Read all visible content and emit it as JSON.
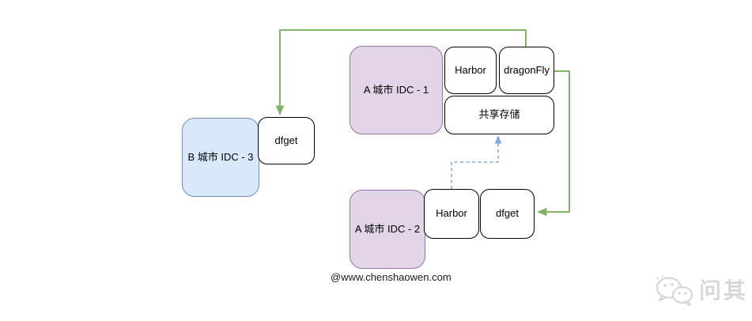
{
  "diagram": {
    "title_hint": "Dragonfly / Harbor cross-IDC image distribution diagram",
    "nodes": {
      "idc_b3": {
        "label": "B 城市 IDC - 3",
        "fill": "#dae8fc",
        "border": "#6c8ebf"
      },
      "b3_dfget": {
        "label": "dfget",
        "fill": "#ffffff",
        "border": "#000000"
      },
      "idc_a1": {
        "label": "A 城市 IDC - 1",
        "fill": "#e1d5e7",
        "border": "#9673a6"
      },
      "a1_harbor": {
        "label": "Harbor",
        "fill": "#ffffff",
        "border": "#000000"
      },
      "a1_dragonfly": {
        "label": "dragonFly",
        "fill": "#ffffff",
        "border": "#000000"
      },
      "a1_storage": {
        "label": "共享存储",
        "fill": "#ffffff",
        "border": "#000000"
      },
      "idc_a2": {
        "label": "A 城市 IDC - 2",
        "fill": "#e1d5e7",
        "border": "#9673a6"
      },
      "a2_harbor": {
        "label": "Harbor",
        "fill": "#ffffff",
        "border": "#000000"
      },
      "a2_dfget": {
        "label": "dfget",
        "fill": "#ffffff",
        "border": "#000000"
      }
    },
    "edges": [
      {
        "name": "a1-dragonfly-to-b3-dfget",
        "from": "a1_dragonfly",
        "to": "b3_dfget",
        "style": "solid",
        "color": "#82b366"
      },
      {
        "name": "a1-dragonfly-to-a2-dfget",
        "from": "a1_dragonfly",
        "to": "a2_dfget",
        "style": "solid",
        "color": "#82b366"
      },
      {
        "name": "a2-harbor-to-a1-storage",
        "from": "a2_harbor",
        "to": "a1_storage",
        "style": "dashed",
        "color": "#7ea6e0"
      }
    ],
    "watermark": {
      "credit": "@www.chenshaowen.com",
      "brand": "问其"
    },
    "colors": {
      "arrow_green": "#82b366",
      "arrow_blue_dashed": "#7ea6e0",
      "idc_blue_fill": "#dae8fc",
      "idc_blue_border": "#6c8ebf",
      "idc_purple_fill": "#e1d5e7",
      "idc_purple_border": "#9673a6",
      "watermark_gray": "#d8d8d8"
    }
  }
}
